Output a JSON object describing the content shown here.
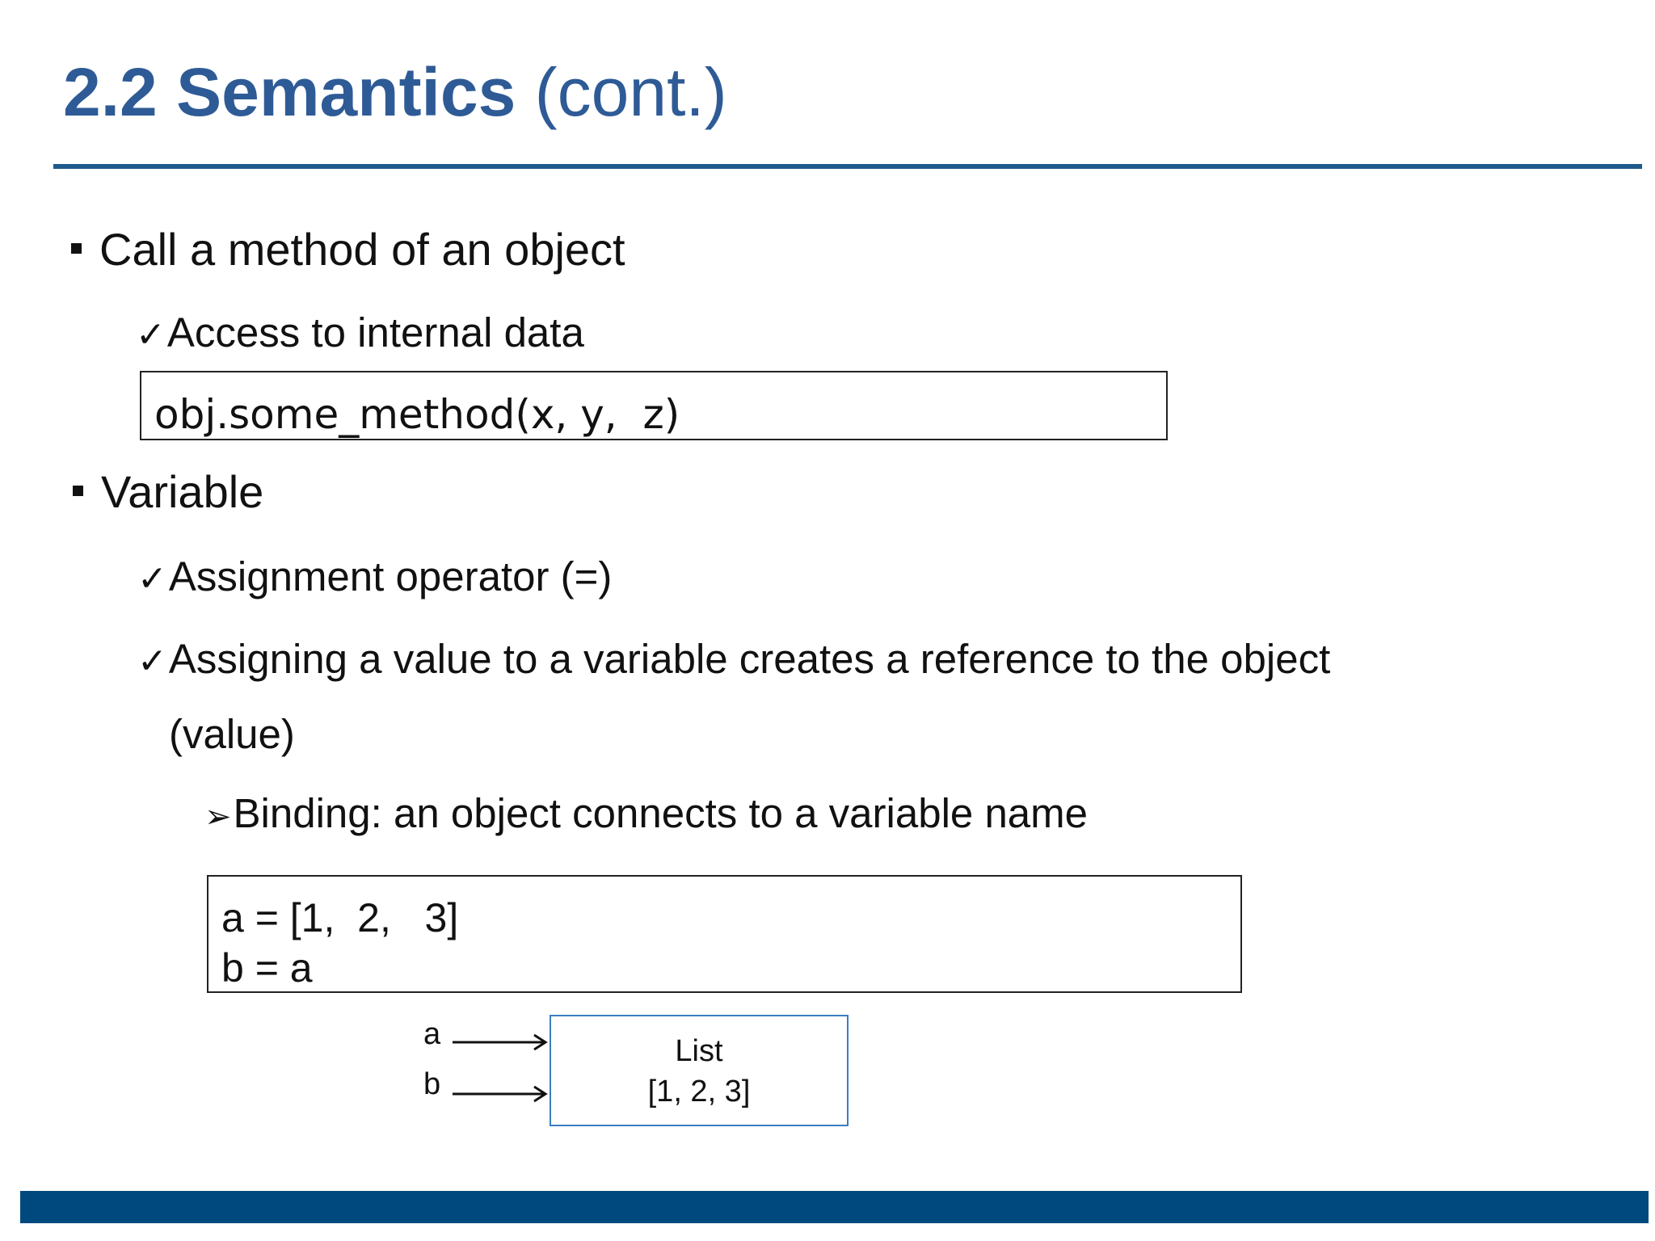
{
  "slide": {
    "title_bold": "2.2 Semantics",
    "title_rest": "(cont.)",
    "bullet1": "Call a method of an object",
    "sub1": "Access to internal data",
    "code1": "obj.some_method(x, y,  z)",
    "bullet2": "Variable",
    "sub2": "Assignment operator (=)",
    "sub3_line1": "Assigning a value to a variable creates a reference to the object",
    "sub3_line2": "(value)",
    "subsub1": "Binding: an object connects to a variable name",
    "code2_line1": "a = [1,  2,   3]",
    "code2_line2": "b = a"
  },
  "diagram": {
    "var_a": "a",
    "var_b": "b",
    "box_title": "List",
    "box_value": "[1, 2, 3]"
  },
  "colors": {
    "title": "#2e5b96",
    "rule": "#1f5a8c",
    "footer": "#00497f",
    "list_border": "#3a7ec1"
  }
}
